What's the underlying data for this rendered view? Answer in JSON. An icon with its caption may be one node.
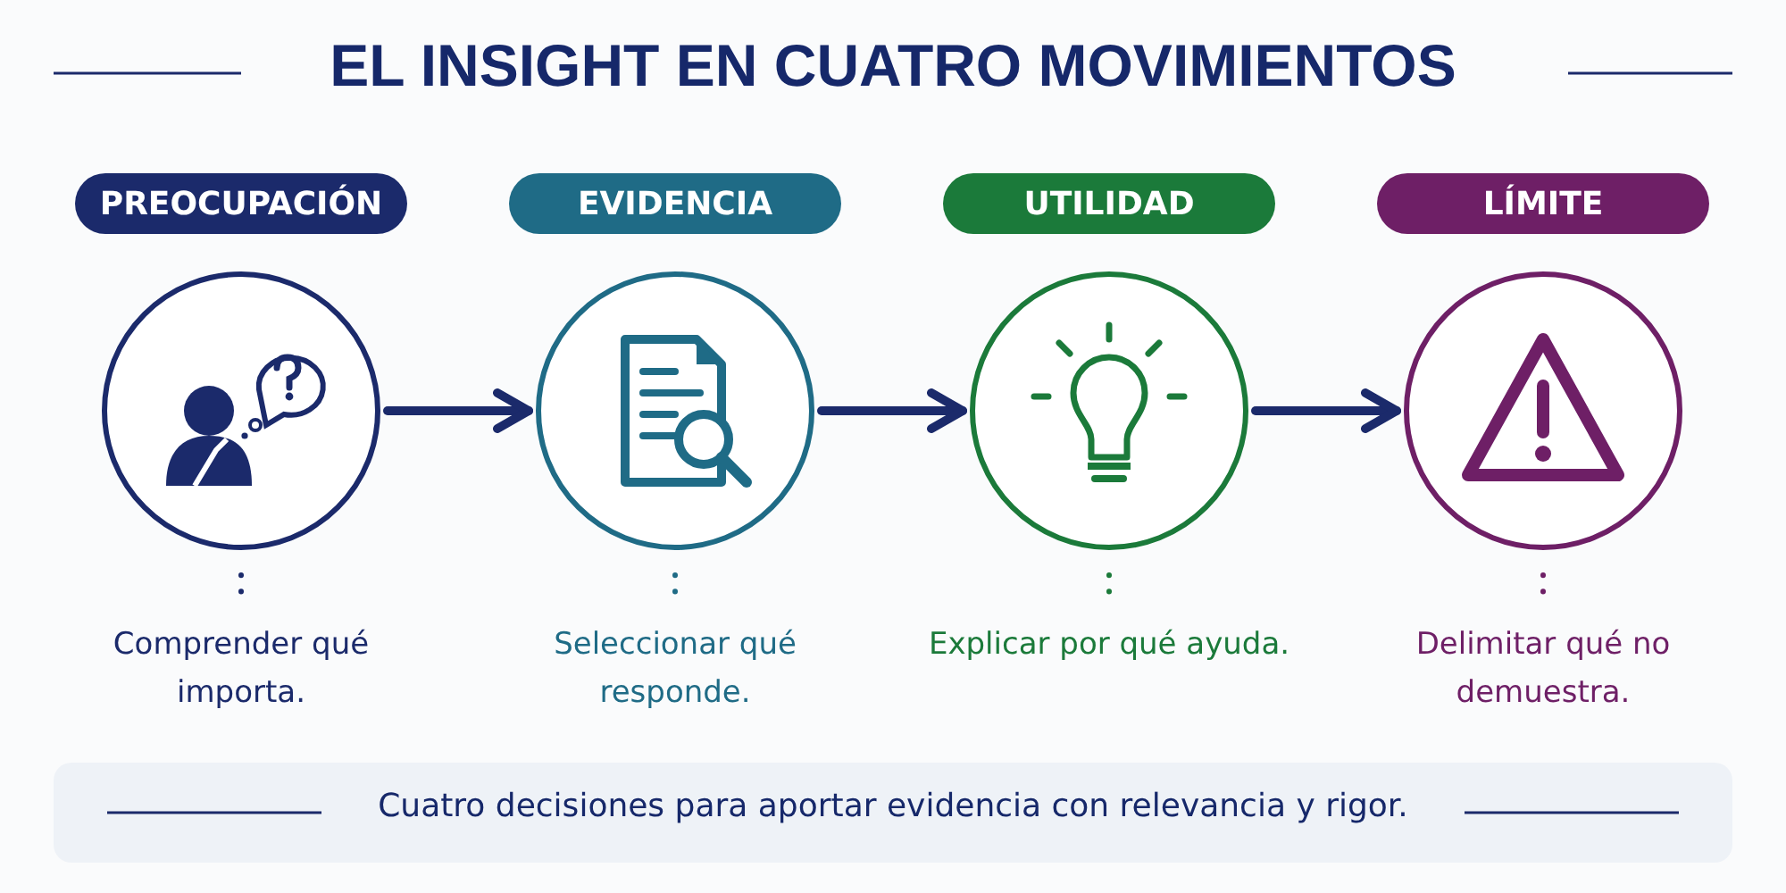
{
  "diagram": {
    "title": "EL INSIGHT EN CUATRO MOVIMIENTOS",
    "nodes": [
      {
        "text": [
          "PREOCUPACIÓN"
        ]
      },
      {
        "text": [
          "EVIDENCIA"
        ]
      },
      {
        "text": [
          "UTILIDAD"
        ]
      },
      {
        "text": [
          "LÍMITE"
        ]
      },
      {
        "text": [],
        "shape": "circle"
      },
      {
        "text": [],
        "shape": "circle"
      },
      {
        "text": [],
        "shape": "circle"
      },
      {
        "text": [],
        "shape": "circle"
      },
      {
        "text": [
          "Comprender qué importa."
        ]
      },
      {
        "text": [
          "Seleccionar qué responde."
        ]
      },
      {
        "text": [
          "Explicar por qué ayuda."
        ]
      },
      {
        "text": [
          "Delimitar qué no demuestra."
        ]
      },
      {
        "text": [
          "Cuatro decisiones para aportar evidencia con relevancia y rigor."
        ]
      }
    ],
    "edges": [
      {
        "from": 4,
        "to": 5,
        "arrow": "to"
      },
      {
        "from": 5,
        "to": 6,
        "arrow": "to"
      },
      {
        "from": 6,
        "to": 7,
        "arrow": "to"
      },
      {
        "from": 4,
        "to": 8,
        "arrow": "none",
        "style": "dashed",
        "color": "#1b2a6b"
      },
      {
        "from": 5,
        "to": 9,
        "arrow": "none",
        "style": "dashed",
        "color": "#1f6b86"
      },
      {
        "from": 6,
        "to": 10,
        "arrow": "none",
        "style": "dashed",
        "color": "#1b7a3a"
      },
      {
        "from": 7,
        "to": 11,
        "arrow": "none",
        "style": "dashed",
        "color": "#6e1f66"
      }
    ]
  }
}
